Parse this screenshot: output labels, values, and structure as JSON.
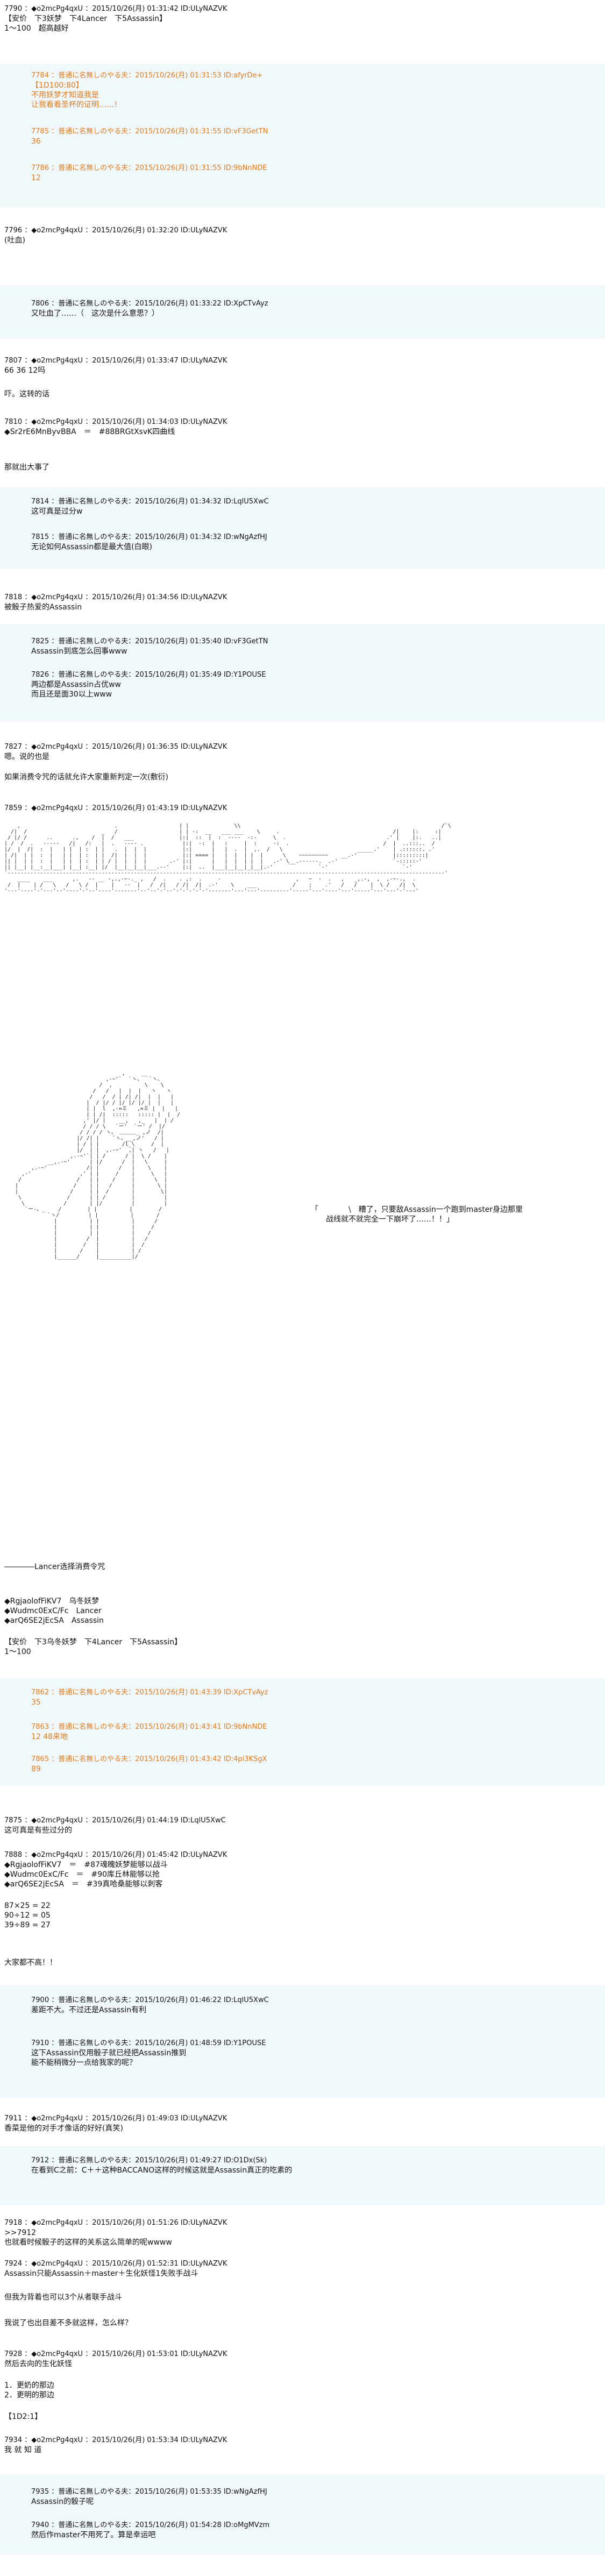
{
  "posts": {
    "p7790": {
      "header": "7790 ：◆o2mcPg4qxU ：2015/10/26(月) 01:31:42 ID:ULyNAZVK",
      "l1": "【安价　下3妖梦　下4Lancer　下5Assassin】",
      "l2": "1～100　超高越好"
    },
    "q1": {
      "a": "7784 ：普通に名無しのやる夫：2015/10/26(月) 01:31:53 ID:afyrDe+",
      "a1": "【1D100:80】",
      "a2": "不用妖梦才知道我是",
      "a3": "让我看看圣杯的证明……！",
      "b": "7785 ：普通に名無しのやる夫：2015/10/26(月) 01:31:55 ID:vF3GetTN",
      "b1": "36",
      "c": "7786 ：普通に名無しのやる夫：2015/10/26(月) 01:31:55 ID:9bNnNDE",
      "c1": "12"
    },
    "p7796": {
      "header": "7796 ：◆o2mcPg4qxU ：2015/10/26(月) 01:32:20 ID:ULyNAZVK",
      "l1": "(吐血)"
    },
    "p7806": {
      "header": "7806 ：普通に名無しのやる夫：2015/10/26(月) 01:33:22 ID:XpCTvAyz",
      "l1": "又吐血了……（　这次是什么意思？）"
    },
    "p7807": {
      "header": "7807 ：◆o2mcPg4qxU ：2015/10/26(月) 01:33:47 ID:ULyNAZVK",
      "l1": "66 36 12吗",
      "l2": "吓。这转的话"
    },
    "p7810": {
      "header": "7810 ：◆o2mcPg4qxU ：2015/10/26(月) 01:34:03 ID:ULyNAZVK",
      "l1": "◆Sr2rE6MnByvBBA　＝　#88BRGtXsvK四曲线",
      "l2": "那就出大事了"
    },
    "q2": {
      "a": "7814 ：普通に名無しのやる夫：2015/10/26(月) 01:34:32 ID:LqlU5XwC",
      "a1": "这可真是过分w",
      "b": "7815 ：普通に名無しのやる夫：2015/10/26(月) 01:34:32 ID:wNgAzfHJ",
      "b1": "无论如何Assassin都是最大值(白眼)"
    },
    "p7818": {
      "header": "7818 ：◆o2mcPg4qxU ：2015/10/26(月) 01:34:56 ID:ULyNAZVK",
      "l1": "被骰子热爱的Assassin"
    },
    "q3": {
      "a": "7825 ：普通に名無しのやる夫：2015/10/26(月) 01:35:40 ID:vF3GetTN",
      "a1": "Assassin到底怎么回事www",
      "b": "7826 ：普通に名無しのやる夫：2015/10/26(月) 01:35:49 ID:Y1POUSE",
      "b1": "两边都是Assassin占优ww",
      "b2": "而且还是面30以上www"
    },
    "p7827": {
      "header": "7827 ：◆o2mcPg4qxU ：2015/10/26(月) 01:36:35 ID:ULyNAZVK",
      "l1": "嗯。说的也是",
      "l2": "如果消费令咒的话就允许大家重新判定一次(敷衍)"
    },
    "p7859": {
      "header": "7859 ：◆o2mcPg4qxU ：2015/10/26(月) 01:43:19 ID:ULyNAZVK"
    },
    "speech": {
      "l1": "「　　　　\\　糟了，只要敌Assassin一个跑到master身边那里",
      "l2": "　　战线就不就完全一下崩坏了……！！」"
    },
    "after": {
      "l1": "――――Lancer选择消费令咒",
      "l2": "◆RgjaolofFiKV7　乌冬妖梦",
      "l3": "◆Wudmc0ExC/Fc　Lancer",
      "l4": "◆arQ6SE2jEcSA　Assassin",
      "l5": "【安价　下3乌冬妖梦　下4Lancer　下5Assassin】",
      "l6": "1～100"
    },
    "q4": {
      "a": "7862 ：普通に名無しのやる夫：2015/10/26(月) 01:43:39 ID:XpCTvAyz",
      "a1": "35",
      "b": "7863 ：普通に名無しのやる夫：2015/10/26(月) 01:43:41 ID:9bNnNDE",
      "b1": "12 48来地",
      "c": "7865 ：普通に名無しのやる夫：2015/10/26(月) 01:43:42 ID:4pi3KSgX",
      "c1": "89"
    },
    "p7875": {
      "header": "7875 ：◆o2mcPg4qxU ：2015/10/26(月) 01:44:19 ID:LqlU5XwC",
      "l1": "这可真是有些过分的"
    },
    "p7888": {
      "header": "7888 ：◆o2mcPg4qxU ：2015/10/26(月) 01:45:42 ID:ULyNAZVK",
      "l1": "◆RgjaolofFiKV7　＝　#87魂魄妖梦能够以战斗",
      "l2": "◆Wudmc0ExC/Fc　＝　#90库丘林能够以抢",
      "l3": "◆arQ6SE2jEcSA　＝　#39真哈桑能够以刺客",
      "l4": "87×25 = 22",
      "l5": "90÷12 = 05",
      "l6": "39÷89 = 27",
      "l7": "大家都不高！！"
    },
    "q5": {
      "a": "7900 ：普通に名無しのやる夫：2015/10/26(月) 01:46:22 ID:LqlU5XwC",
      "a1": "差距不大。不过还是Assassin有利",
      "b": "7910 ：普通に名無しのやる夫：2015/10/26(月) 01:48:59 ID:Y1POUSE",
      "b1": "这下Assassin仅用骰子就已经把Assassin推到",
      "b2": "能不能稍微分一点给我家的呢？"
    },
    "p7911": {
      "header": "7911 ：◆o2mcPg4qxU ：2015/10/26(月) 01:49:03 ID:ULyNAZVK",
      "l1": "香菜是他的对手才像话的好好(真笑)"
    },
    "q6": {
      "a": "7912 ：普通に名無しのやる夫：2015/10/26(月) 01:49:27 ID:O1Dx(Sk)",
      "a1": "在看到C之前：C＋＋这种BACCANO这样的时候这就是Assassin真正的吃素的"
    },
    "p7918": {
      "header": "7918 ：◆o2mcPg4qxU ：2015/10/26(月) 01:51:26 ID:ULyNAZVK",
      "l1": ">>7912",
      "l2": "也就看时候骰子的这样的关系这么简单的呢wwww"
    },
    "p7924": {
      "header": "7924 ：◆o2mcPg4qxU ：2015/10/26(月) 01:52:31 ID:ULyNAZVK",
      "l1": "Assassin只能Assassin＋master＋生化妖怪1失败手战斗",
      "l2": "但我为背着也可以3个从者联手战斗",
      "l3": "我说了也出目差不多就这样，怎么样？"
    },
    "p7928": {
      "header": "7928 ：◆o2mcPg4qxU ：2015/10/26(月) 01:53:01 ID:ULyNAZVK",
      "l1": "然后去向的生化妖怪",
      "l2": "1．更奶的那边",
      "l3": "2．更明的那边",
      "l4": "【1D2:1】"
    },
    "p7934": {
      "header": "7934 ：◆o2mcPg4qxU ：2015/10/26(月) 01:53:34 ID:ULyNAZVK",
      "l1": "我 就 知 道"
    },
    "q7": {
      "a": "7935 ：普通に名無しのやる夫：2015/10/26(月) 01:53:35 ID:wNgAzfHJ",
      "a1": "Assassin的骰子呢",
      "b": "7940 ：普通に名無しのやる夫：2015/10/26(月) 01:54:28 ID:oMgMVzm",
      "b1": "然后作master不用死了。算是幸运吧"
    }
  },
  "colors": {
    "quote_bg": "#f1f8fc",
    "anchor": "#e07a1a",
    "text": "#111111"
  }
}
